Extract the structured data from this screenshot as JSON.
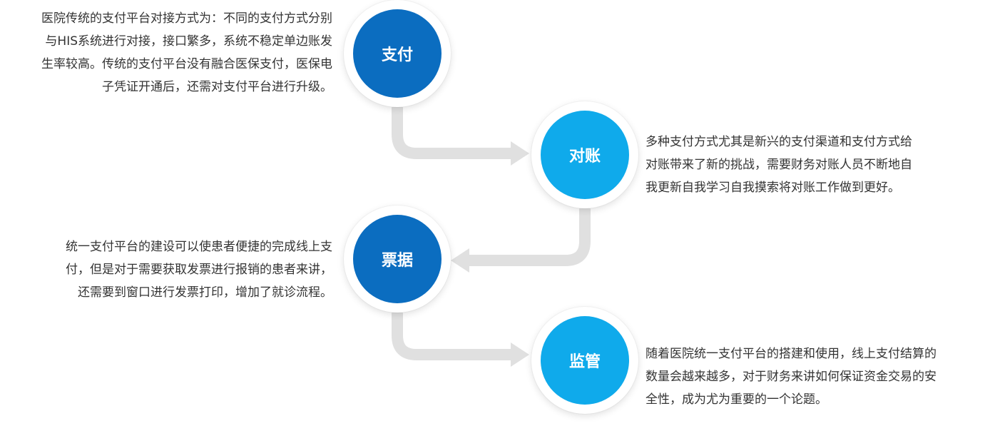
{
  "colors": {
    "dark_blue": "#0B6DC0",
    "light_blue": "#0FAAEB",
    "connector": "#E0E0E0"
  },
  "nodes": [
    {
      "label": "支付"
    },
    {
      "label": "对账"
    },
    {
      "label": "票据"
    },
    {
      "label": "监管"
    }
  ],
  "descriptions": [
    {
      "lines": [
        "医院传统的支付平台对接方式为：不同的支付方式分别",
        "与HIS系统进行对接，接口繁多，系统不稳定单边账发",
        "生率较高。传统的支付平台没有融合医保支付，医保电",
        "子凭证开通后，还需对支付平台进行升级。"
      ]
    },
    {
      "lines": [
        "多种支付方式尤其是新兴的支付渠道和支付方式给",
        "对账带来了新的挑战，需要财务对账人员不断地自",
        "我更新自我学习自我摸索将对账工作做到更好。"
      ]
    },
    {
      "lines": [
        "统一支付平台的建设可以使患者便捷的完成线上支",
        "付，但是对于需要获取发票进行报销的患者来讲，",
        "还需要到窗口进行发票打印，增加了就诊流程。"
      ]
    },
    {
      "lines": [
        "随着医院统一支付平台的搭建和使用，线上支付结算的",
        "数量会越来越多，对于财务来讲如何保证资金交易的安",
        "全性，成为尤为重要的一个论题。"
      ]
    }
  ]
}
